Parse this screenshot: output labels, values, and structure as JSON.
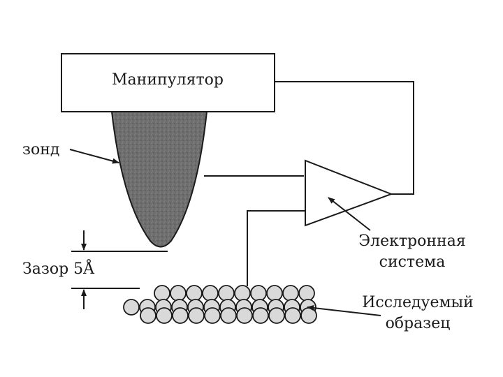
{
  "labels": {
    "manipulator": "Манипулятор",
    "probe": "зонд",
    "gap": "Зазор 5Å",
    "electronics_line1": "Электронная",
    "electronics_line2": "система",
    "sample_line1": "Исследуемый",
    "sample_line2": "образец"
  },
  "colors": {
    "ink": "#1a1a1a",
    "probe_fill": "#6e6e6e",
    "atom_fill": "#d9d9d9",
    "background": "#ffffff"
  }
}
